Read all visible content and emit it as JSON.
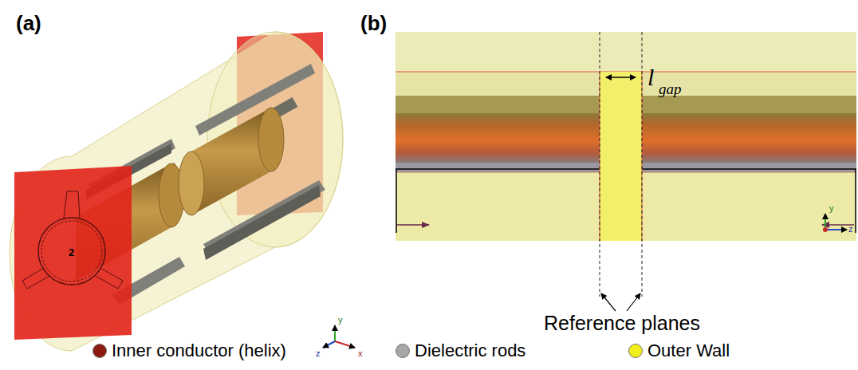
{
  "diagram": {
    "labels": [
      "(a)",
      "(b)",
      "2",
      "l",
      "gap",
      "Reference planes",
      "y",
      "z",
      "x",
      "y",
      "z"
    ],
    "legend": [
      {
        "text": "Inner conductor (helix)",
        "color": "#8b1a10"
      },
      {
        "text": "Dielectric rods",
        "color": "#a6a6a6"
      },
      {
        "text": "Outer Wall",
        "color": "#f2ef1e"
      }
    ]
  }
}
